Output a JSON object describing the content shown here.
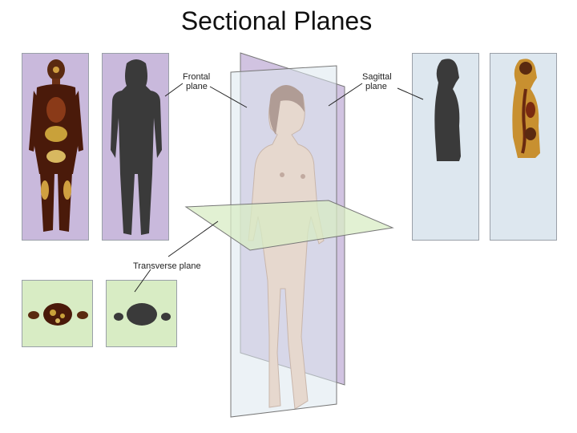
{
  "title": "Sectional Planes",
  "labels": {
    "frontal_line1": "Frontal",
    "frontal_line2": "plane",
    "sagittal_line1": "Sagittal",
    "sagittal_line2": "plane",
    "transverse": "Transverse plane"
  },
  "colors": {
    "frontal_bg": "#c9b9dc",
    "sagittal_bg": "#dde7ef",
    "transverse_bg": "#d8ecc4",
    "silhouette": "#3a3a3a",
    "skin": "#f2c6a6",
    "hair": "#7a4028"
  }
}
